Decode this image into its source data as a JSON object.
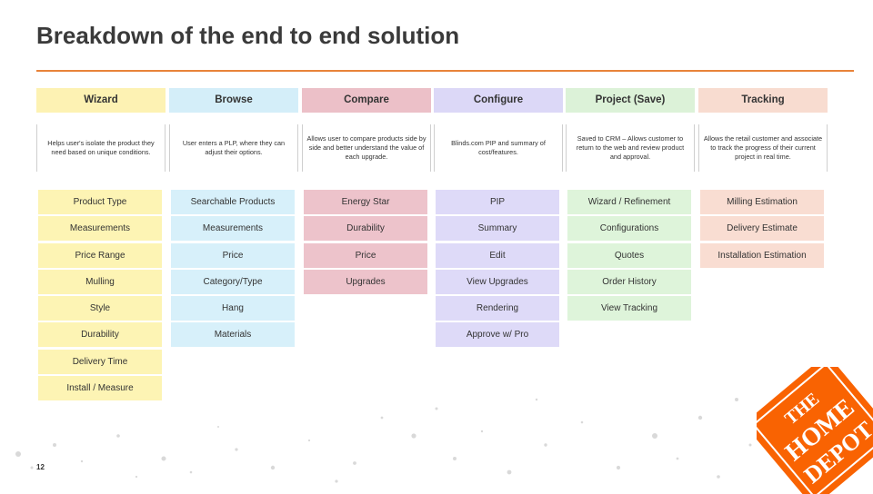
{
  "title": "Breakdown of the end to end solution",
  "page_number": "12",
  "brand_color": "#e8833a",
  "logo": {
    "text_lines": [
      "THE",
      "HOME",
      "DEPOT"
    ],
    "color": "#f96302"
  },
  "columns": [
    {
      "header": "Wizard",
      "description": "Helps user's isolate the product they need based on unique conditions.",
      "header_color": "#fdf2b3",
      "item_color": "#fdf4b4",
      "items": [
        "Product Type",
        "Measurements",
        "Price Range",
        "Mulling",
        "Style",
        "Durability",
        "Delivery Time",
        "Install / Measure"
      ]
    },
    {
      "header": "Browse",
      "description": "User enters a PLP, where they can adjust their options.",
      "header_color": "#d4eef9",
      "item_color": "#d7f0fa",
      "items": [
        "Searchable Products",
        "Measurements",
        "Price",
        "Category/Type",
        "Hang",
        "Materials"
      ]
    },
    {
      "header": "Compare",
      "description": "Allows user to compare products side by side and better understand the value of each upgrade.",
      "header_color": "#ecc0c8",
      "item_color": "#edc3cb",
      "items": [
        "Energy Star",
        "Durability",
        "Price",
        "Upgrades"
      ]
    },
    {
      "header": "Configure",
      "description": "Blinds.com PIP and summary of cost/features.",
      "header_color": "#dcd8f7",
      "item_color": "#dedaf8",
      "items": [
        "PIP",
        "Summary",
        "Edit",
        "View Upgrades",
        "Rendering",
        "Approve w/ Pro"
      ]
    },
    {
      "header": "Project (Save)",
      "description": "Saved to CRM – Allows customer to return to the web and review product and approval.",
      "header_color": "#dcf2d8",
      "item_color": "#def4da",
      "items": [
        "Wizard / Refinement",
        "Configurations",
        "Quotes",
        "Order History",
        "View Tracking"
      ]
    },
    {
      "header": "Tracking",
      "description": "Allows the retail customer and associate to track the progress of their current project in real time.",
      "header_color": "#f8dcd0",
      "item_color": "#f9ddd2",
      "items": [
        "Milling Estimation",
        "Delivery Estimate",
        "Installation Estimation"
      ]
    }
  ]
}
